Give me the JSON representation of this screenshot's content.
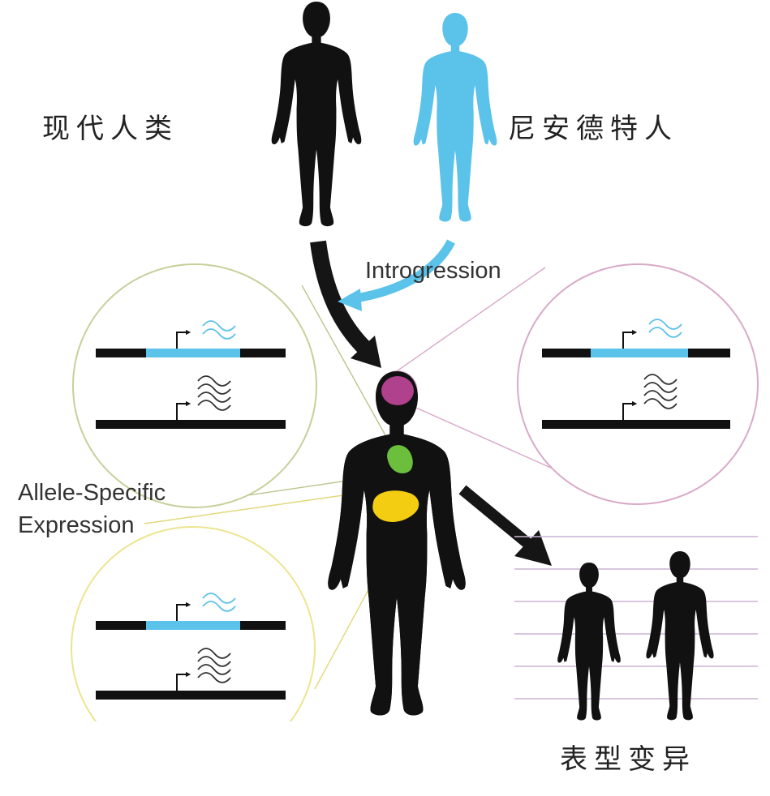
{
  "labels": {
    "modern_human": "现代人类",
    "neanderthal": "尼安德特人",
    "introgression": "Introgression",
    "allele_specific_line1": "Allele-Specific",
    "allele_specific_line2": "Expression",
    "phenotypic_variation": "表型变异"
  },
  "colors": {
    "neanderthal_blue": "#5bc2ea",
    "silhouette_black": "#111111",
    "brain": "#b0418c",
    "lung": "#6cbf3d",
    "liver": "#f2cd12",
    "circle_green": "#c8cf9a",
    "circle_pink": "#d9a9c9",
    "circle_yellow": "#ece58f",
    "height_lines": "#cbb3d3"
  },
  "icons": {
    "modern_human_figure": "human-silhouette-icon",
    "neanderthal_figure": "human-silhouette-icon",
    "central_figure": "human-silhouette-icon",
    "transcript": "wavy-lines-icon",
    "promoter": "promoter-arrow-icon"
  }
}
